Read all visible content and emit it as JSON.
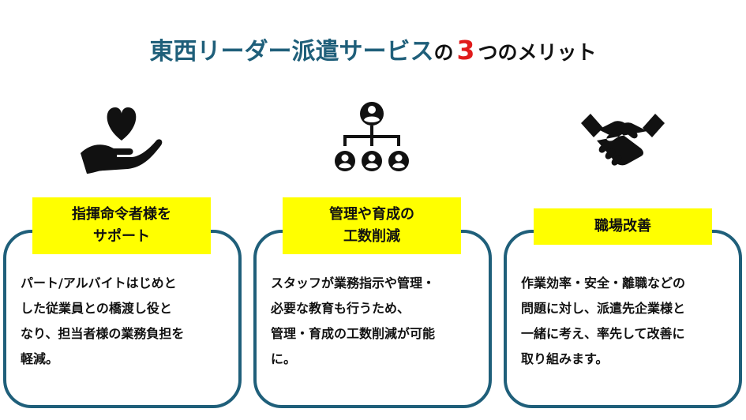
{
  "headline": {
    "main": "東西リーダー派遣サービス",
    "particle": "の",
    "number": "3",
    "suffix": "つのメリット"
  },
  "colors": {
    "accent": "#1f5f7a",
    "highlight": "#ffff00",
    "number": "#e01b1b"
  },
  "cards": [
    {
      "icon": "heart-hand-icon",
      "label": "指揮命令者様を\nサポート",
      "body": "パート/アルバイトはじめと\nした従業員との橋渡し役と\nなり、担当者様の業務負担を\n軽減。"
    },
    {
      "icon": "org-chart-icon",
      "label": "管理や育成の\n工数削減",
      "body": "スタッフが業務指示や管理・\n必要な教育も行うため、\n管理・育成の工数削減が可能\nに。"
    },
    {
      "icon": "handshake-icon",
      "label": "職場改善",
      "body": "作業効率・安全・離職などの\n問題に対し、派遣先企業様と\n一緒に考え、率先して改善に\n取り組みます。"
    }
  ]
}
